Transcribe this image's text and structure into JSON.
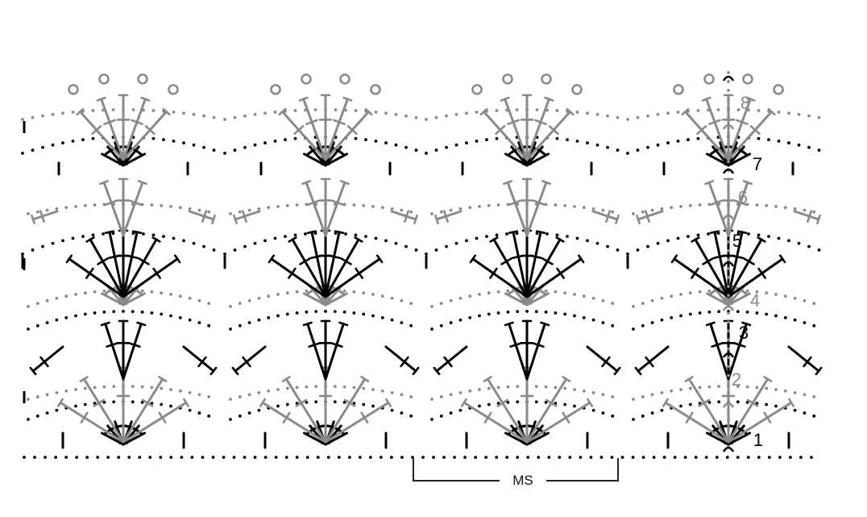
{
  "diagram": {
    "type": "crochet-stitch-chart",
    "pattern_repeats": 4,
    "rows": [
      {
        "label": "1",
        "color": "#000000",
        "type": "chain-fan"
      },
      {
        "label": "2",
        "color": "#8a8a8a",
        "type": "dc-arch"
      },
      {
        "label": "3",
        "color": "#000000",
        "type": "dc-arch"
      },
      {
        "label": "4",
        "color": "#8a8a8a",
        "type": "chain-fan"
      },
      {
        "label": "5",
        "color": "#000000",
        "type": "dc-arch"
      },
      {
        "label": "6",
        "color": "#8a8a8a",
        "type": "dc-arch"
      },
      {
        "label": "7",
        "color": "#000000",
        "type": "chain-fan"
      },
      {
        "label": "8",
        "color": "#8a8a8a",
        "type": "picot-arch"
      }
    ],
    "repeat_marker": {
      "label": "MS"
    },
    "colors": {
      "dark": "#000000",
      "light": "#8a8a8a",
      "background": "#ffffff"
    }
  }
}
